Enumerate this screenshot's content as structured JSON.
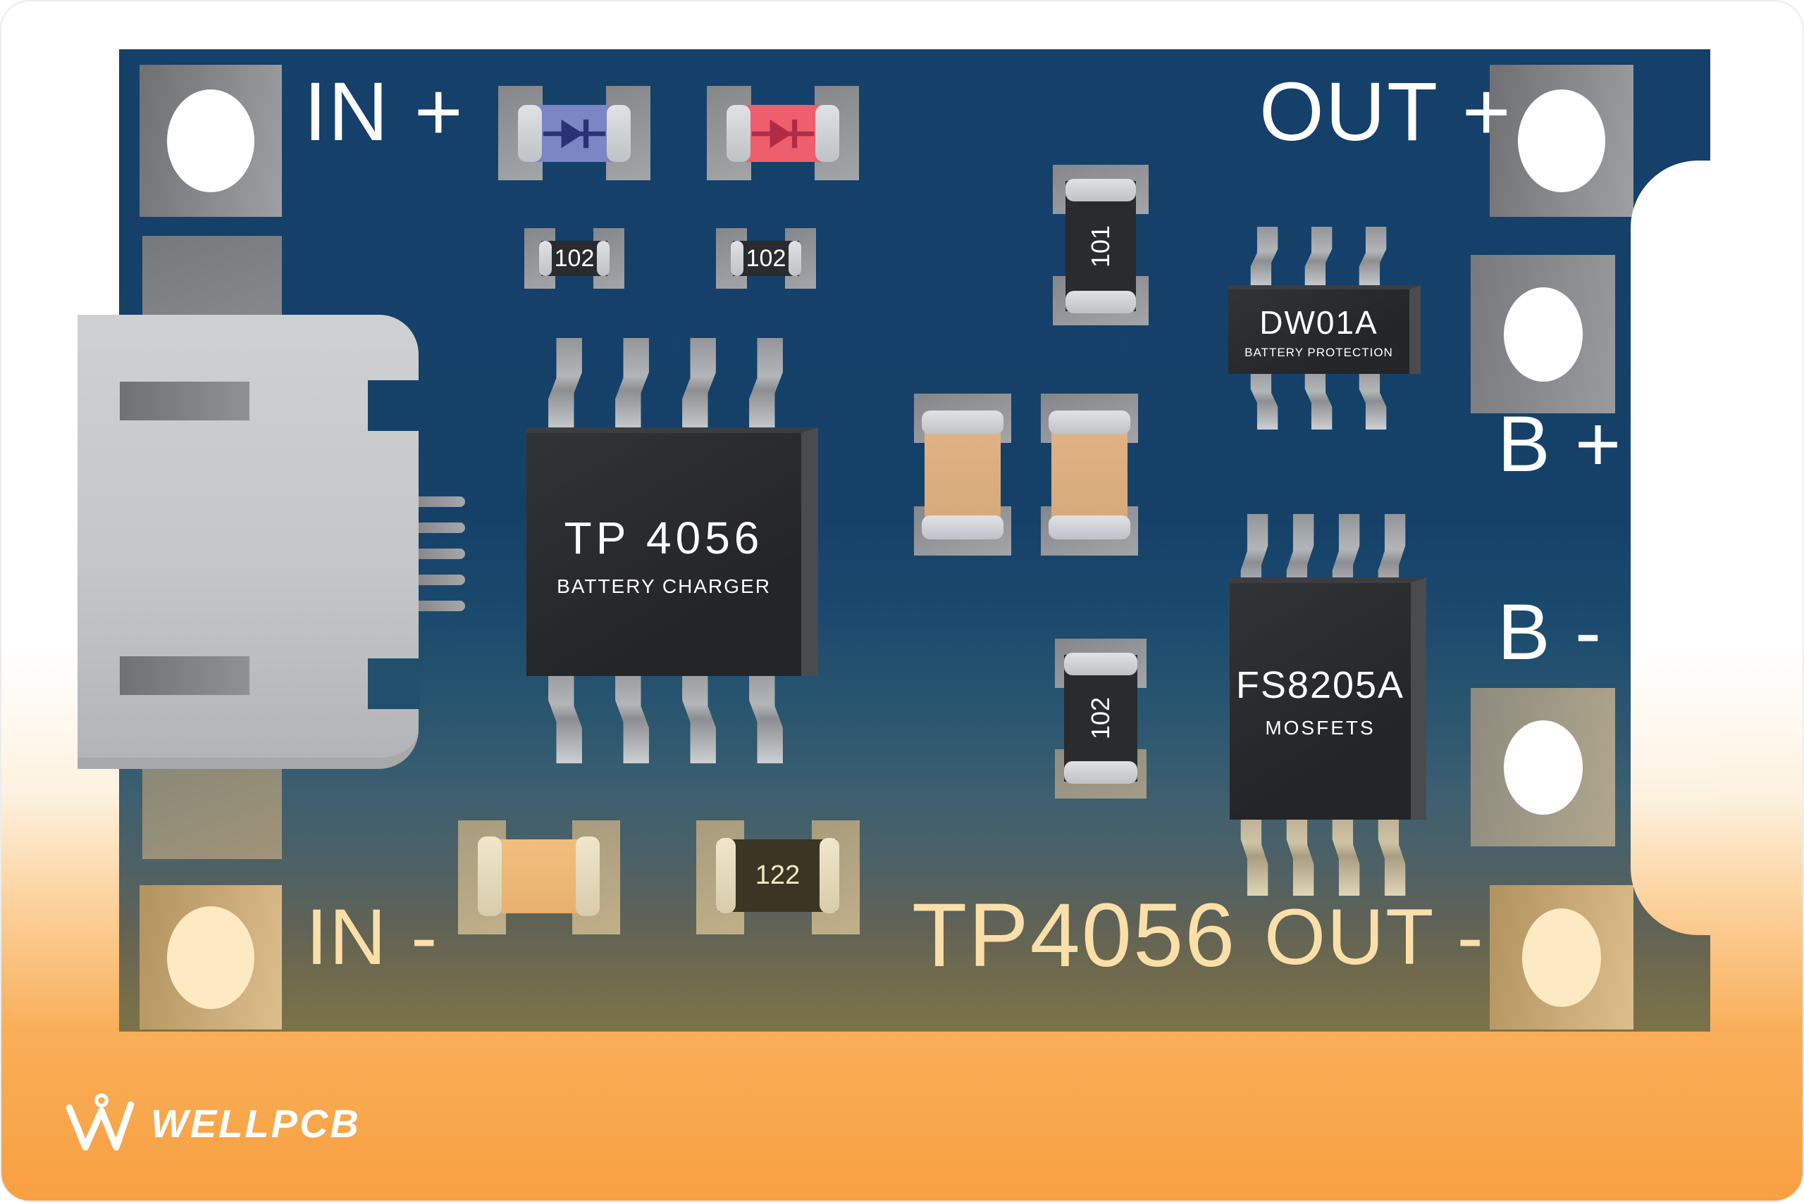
{
  "board": {
    "labels": {
      "in_plus": "IN +",
      "out_plus": "OUT +",
      "b_plus": "B +",
      "b_minus": "B -",
      "in_minus": "IN -",
      "out_minus": "OUT -",
      "part_number": "TP4056"
    },
    "components": {
      "main_ic": {
        "name": "TP 4056",
        "subtitle": "BATTERY CHARGER"
      },
      "protection_ic": {
        "name": "DW01A",
        "subtitle": "BATTERY PROTECTION"
      },
      "mosfet_ic": {
        "name": "FS8205A",
        "subtitle": "MOSFETS"
      },
      "resistor_r1": "102",
      "resistor_r2": "102",
      "resistor_r3": "101",
      "resistor_r4": "102",
      "resistor_r5": "122"
    }
  },
  "branding": {
    "logo_text": "WELLPCB"
  },
  "colors": {
    "board_navy": "#16426B",
    "background_orange": "#F8A041",
    "silkscreen_white": "#FFFFFF",
    "silkscreen_cream": "#FBDFA9",
    "diode_blue_body": "#7C86C5",
    "diode_blue_symbol": "#2B3274",
    "diode_red_body": "#EE5E6D",
    "diode_red_symbol": "#B02C45",
    "capacitor_tan": "#DCAE7E"
  }
}
